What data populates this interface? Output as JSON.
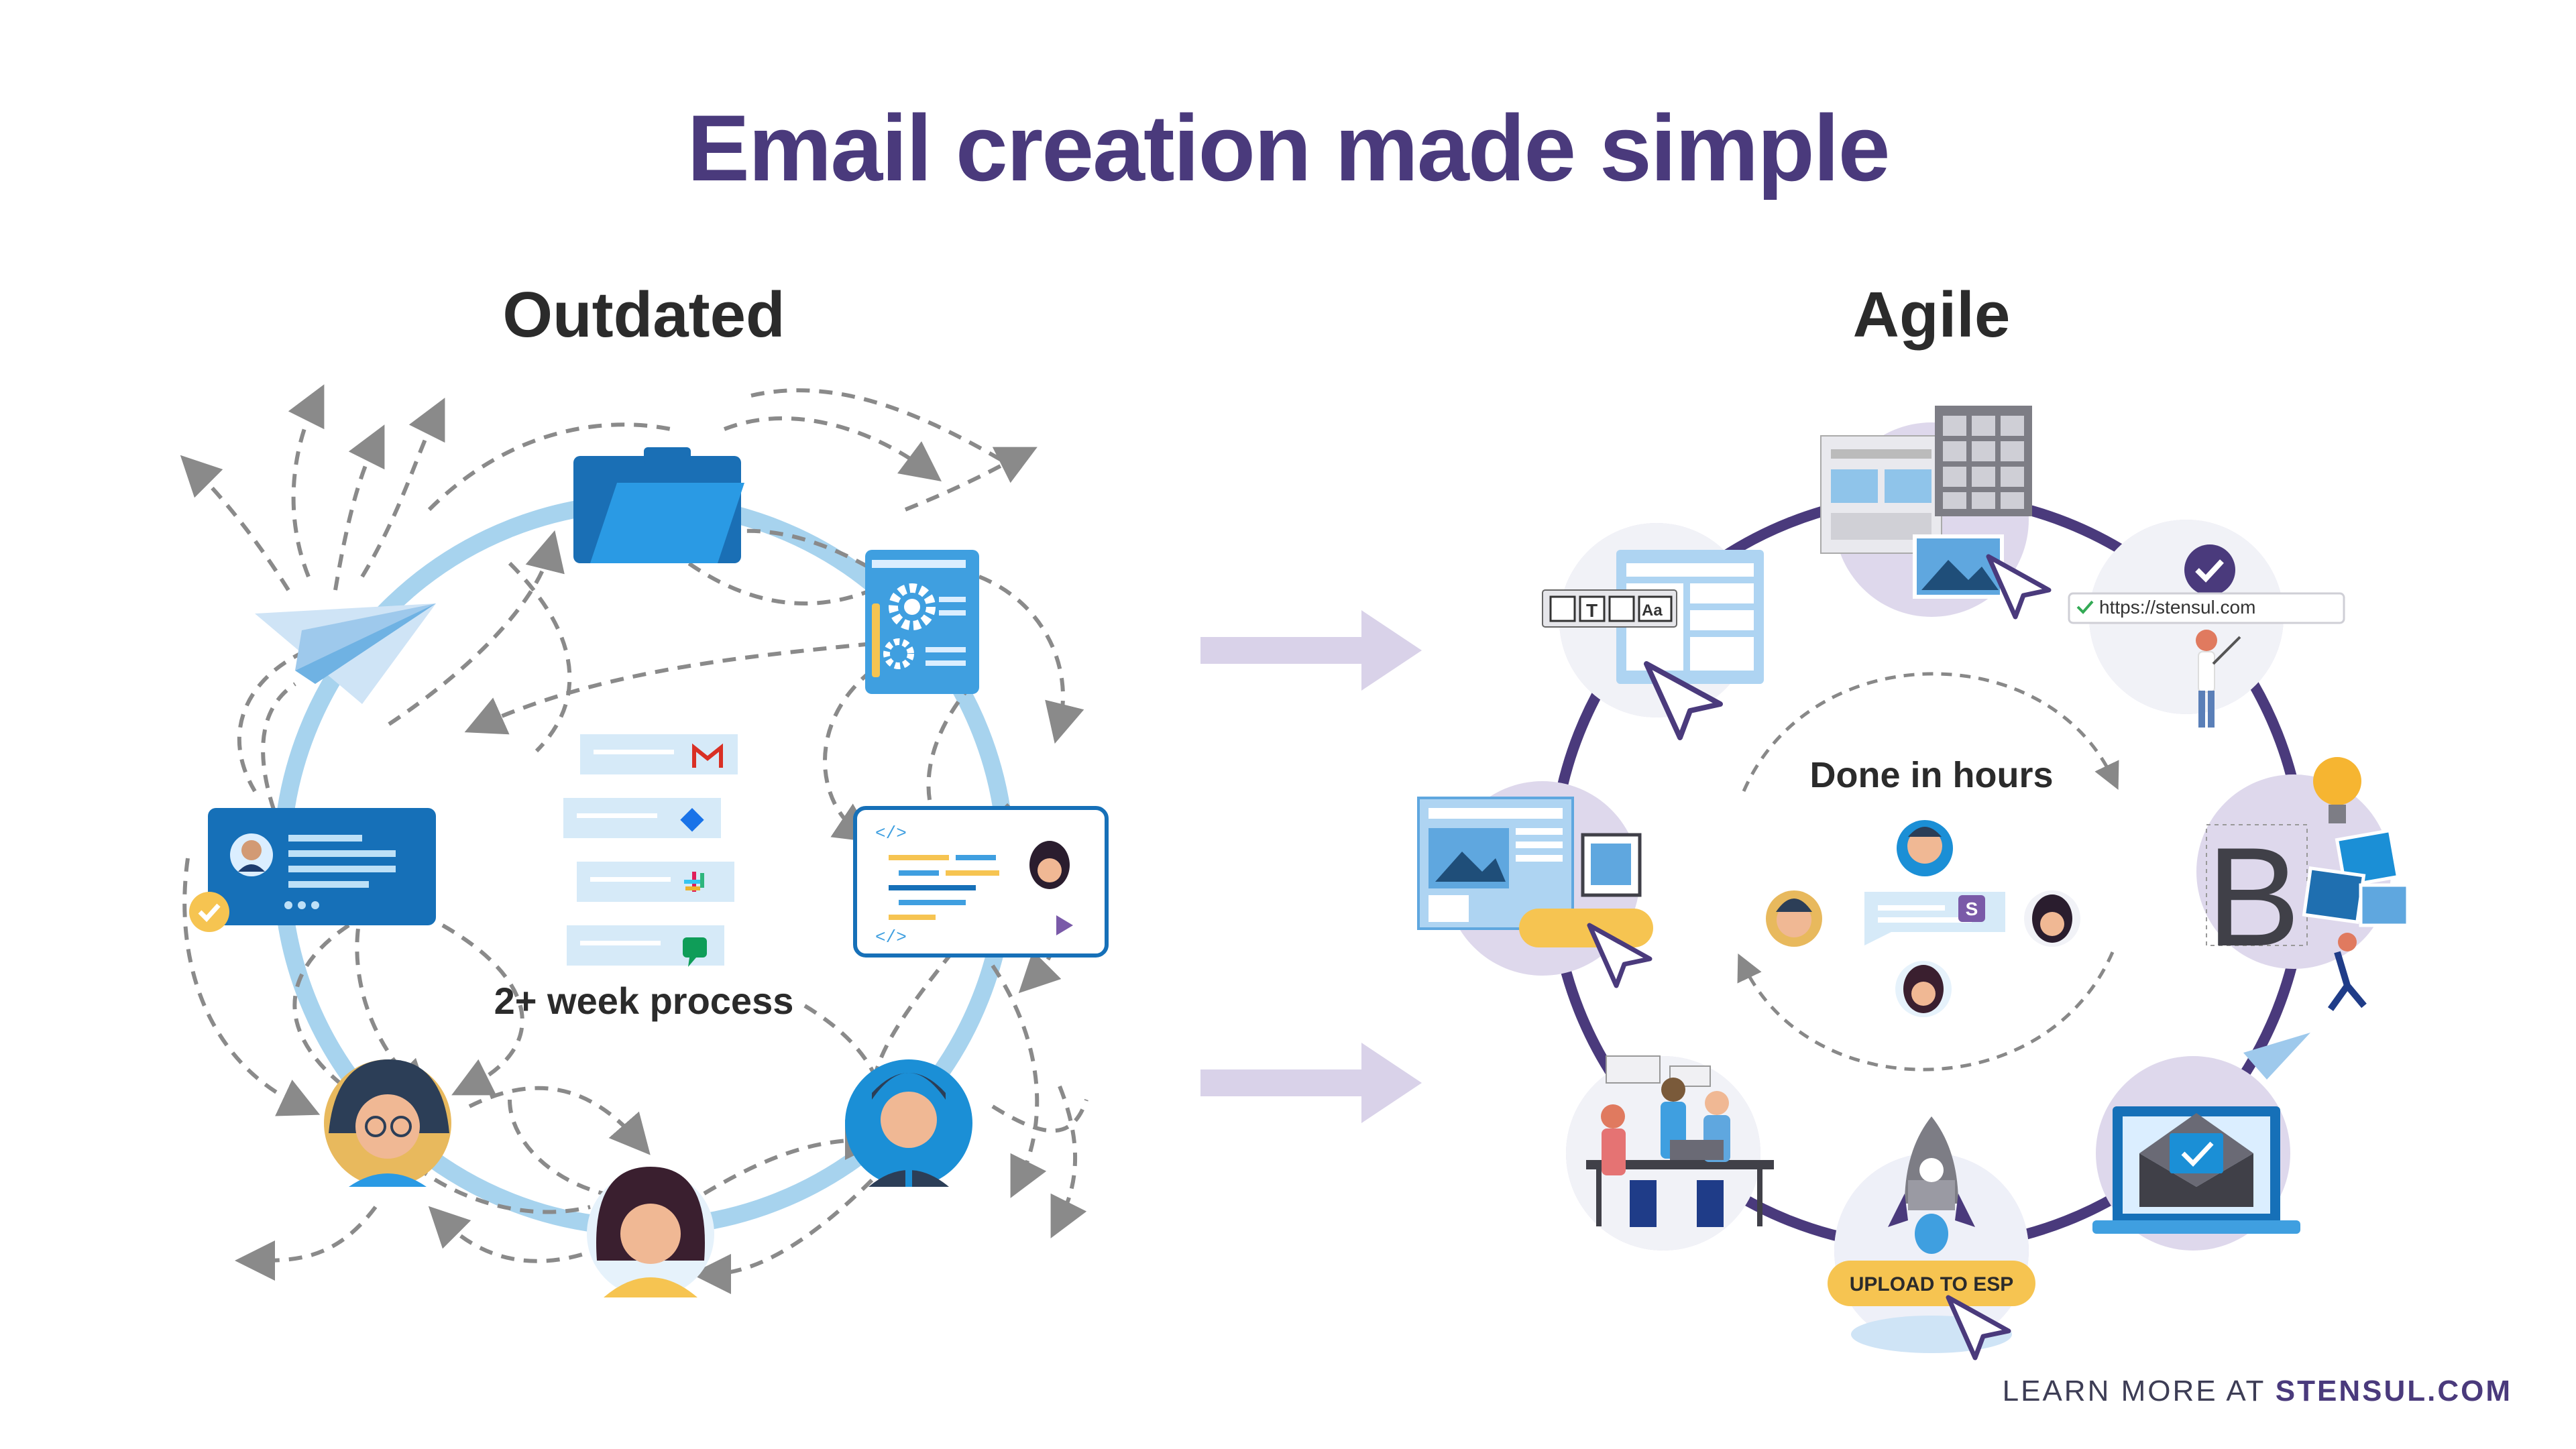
{
  "title": "Email creation made simple",
  "outdated": {
    "heading": "Outdated",
    "process_label": "2+ week process",
    "icons": [
      "paper-plane-icon",
      "folder-icon",
      "settings-document-icon",
      "profile-card-icon",
      "code-editor-icon",
      "person-avatar-icon",
      "gmail-icon",
      "google-chat-icon",
      "slack-icon",
      "hangouts-icon",
      "checkmark-icon"
    ]
  },
  "agile": {
    "heading": "Agile",
    "process_label": "Done in hours",
    "url_text": "https://stensul.com",
    "upload_label": "UPLOAD TO ESP",
    "stensul_badge": "S",
    "toolbar_text": "Aa",
    "brand_letter": "B",
    "icons": [
      "layout-builder-icon",
      "template-grid-icon",
      "approval-check-icon",
      "brand-kit-icon",
      "email-envelope-icon",
      "rocket-icon",
      "team-collaboration-icon",
      "image-editor-icon"
    ]
  },
  "footer": {
    "prefix": "LEARN MORE AT ",
    "site": "STENSUL.COM"
  },
  "colors": {
    "title": "#4a3a7c",
    "ring_outdated": "#a7d3ee",
    "ring_agile": "#4a3a7c",
    "arrow": "#d9d2e9",
    "accent_blue": "#1b8fd6",
    "accent_yellow": "#f6c451"
  }
}
